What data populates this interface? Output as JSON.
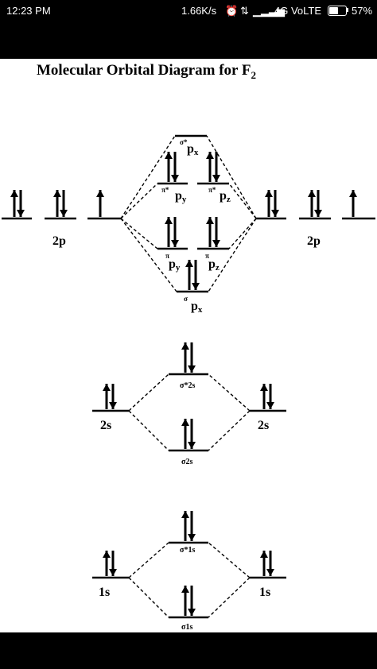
{
  "status_bar": {
    "time": "12:23 PM",
    "network_speed": "1.66K/s",
    "network_type": "4G VoLTE",
    "battery_percent_label": "57%",
    "battery_level": 0.57,
    "icons": [
      "alarm-icon",
      "data-transfer-icon",
      "signal-bars-icon",
      "battery-icon"
    ]
  },
  "diagram": {
    "title": "Molecular Orbital Diagram for F",
    "title_subscript": "2",
    "labels": {
      "atomic_2p_left": "2p",
      "atomic_2p_right": "2p",
      "atomic_2s_left": "2s",
      "atomic_2s_right": "2s",
      "atomic_1s_left": "1s",
      "atomic_1s_right": "1s",
      "sigma_star_2px": "p",
      "sigma_star_2px_prefix": "σ*",
      "sigma_star_2px_sub": "x",
      "pi_star_2py": "p",
      "pi_star_2py_prefix": "π*",
      "pi_star_2py_sub": "y",
      "pi_star_2pz": "p",
      "pi_star_2pz_prefix": "π*",
      "pi_star_2pz_sub": "z",
      "pi_2py": "p",
      "pi_2py_prefix": "π",
      "pi_2py_sub": "y",
      "pi_2pz": "p",
      "pi_2pz_prefix": "π",
      "pi_2pz_sub": "z",
      "sigma_2px": "p",
      "sigma_2px_prefix": "σ",
      "sigma_2px_sub": "x",
      "sigma_star_2s": "σ*2s",
      "sigma_2s": "σ2s",
      "sigma_star_1s": "σ*1s",
      "sigma_1s": "σ1s"
    }
  }
}
